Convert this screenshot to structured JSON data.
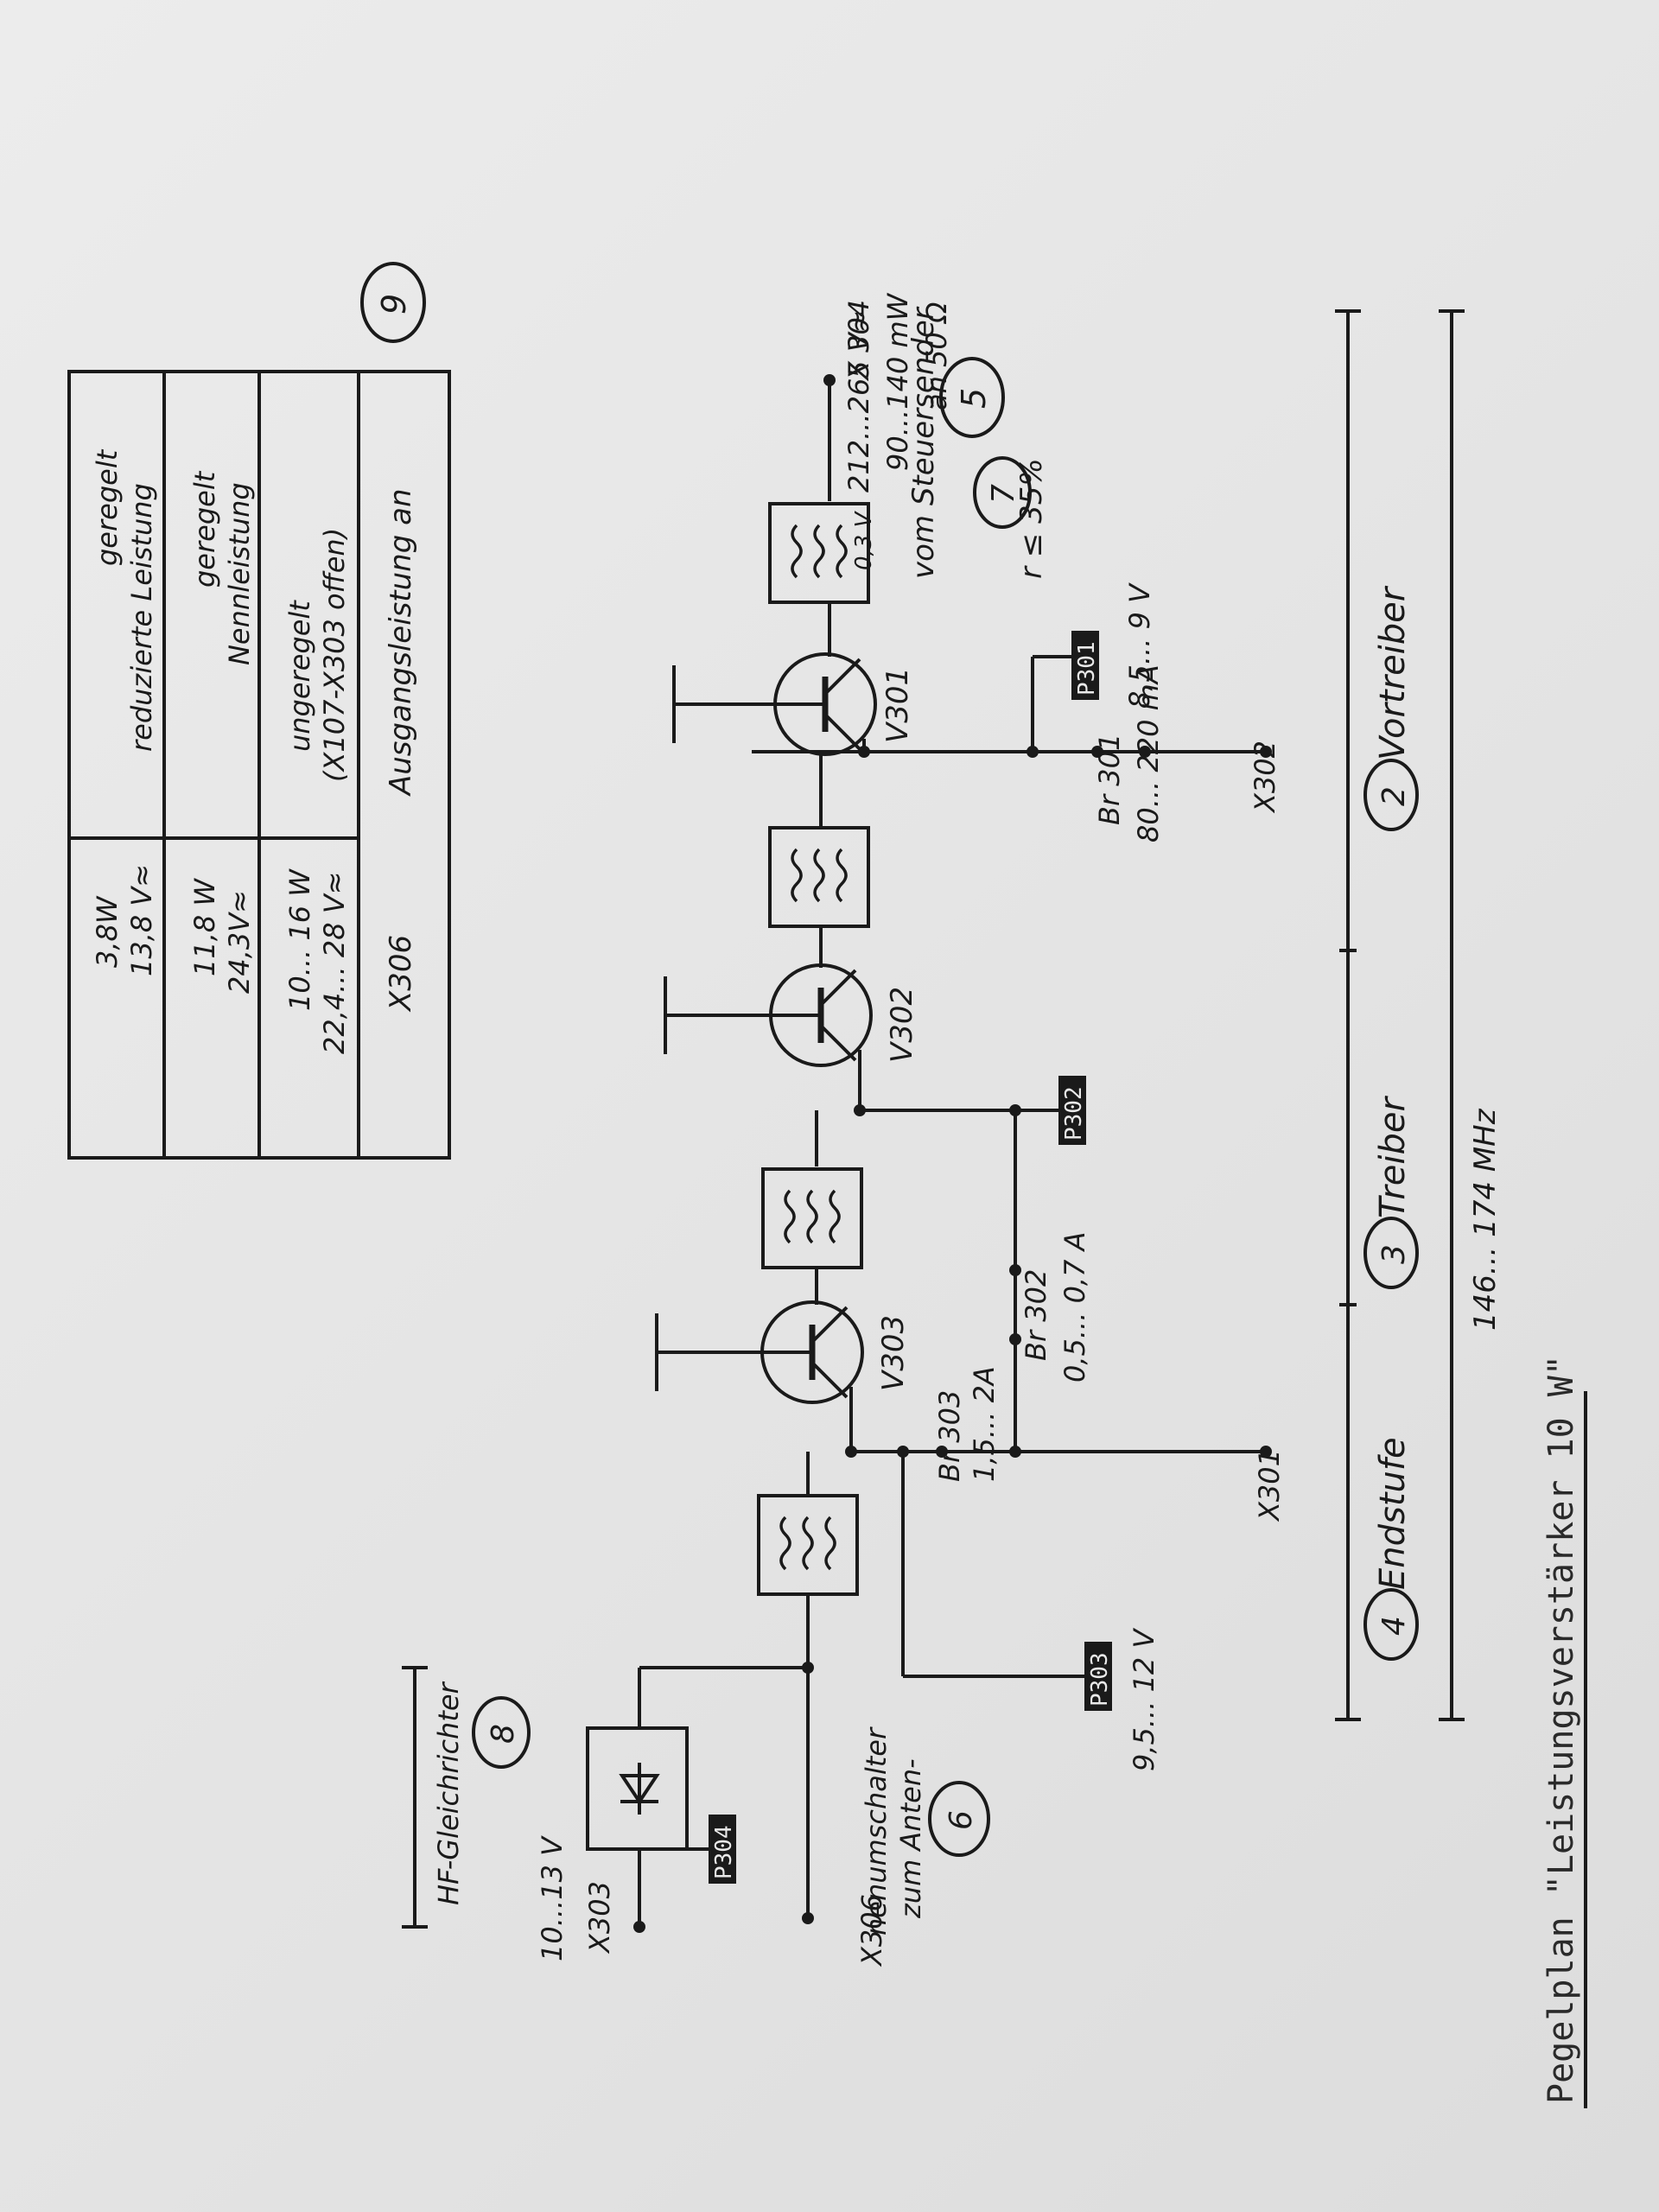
{
  "title": "Pegelplan \"Leistungsverstärker 10 W\"",
  "frequency": "146... 174 MHz",
  "sections": [
    {
      "label": "Vortreiber",
      "num": "2"
    },
    {
      "label": "Treiber",
      "num": "3"
    },
    {
      "label": "Endstufe",
      "num": "4"
    }
  ],
  "input": {
    "num": "5",
    "label": "vom Steuersender",
    "connector": "X 304",
    "level_line1": "212...265 V≈",
    "level_line2": "90...140 mW",
    "level_line3": "an 50 Ω",
    "num2": "7",
    "reflection": "r ≤ 35%"
  },
  "stage1": {
    "transistor": "V301",
    "base_voltage": "0,3 V",
    "supply_voltage": "8,5... 9 V",
    "testpoint": "P301",
    "current": "80... 220 mA",
    "bridge": "Br 301",
    "connector": "X302"
  },
  "stage2": {
    "transistor": "V302",
    "testpoint": "P302"
  },
  "stage3": {
    "transistor": "V303",
    "current_driver": "0,5... 0,7 A",
    "bridge_driver": "Br 302",
    "current_final": "1,5... 2A",
    "bridge_final": "Br 303",
    "connector": "X301",
    "supply_voltage": "9,5... 12 V",
    "testpoint": "P303"
  },
  "output": {
    "num": "6",
    "label_line1": "zum Anten-",
    "label_line2": "nenumschalter",
    "connector": "X306"
  },
  "rectifier": {
    "num": "8",
    "label": "HF-Gleichrichter",
    "testpoint": "P304",
    "connector": "X303",
    "voltage": "10...13 V"
  },
  "table": {
    "num": "9",
    "header_left": "Ausgangsleistung an",
    "header_right": "X306",
    "rows": [
      {
        "left": [
          "ungeregelt",
          "(X107-X303 offen)"
        ],
        "right": [
          "10... 16 W",
          "22,4... 28 V≈"
        ]
      },
      {
        "left": [
          "geregelt",
          "Nennleistung"
        ],
        "right": [
          "11,8 W",
          "24,3V≈"
        ]
      },
      {
        "left": [
          "geregelt",
          "reduzierte Leistung"
        ],
        "right": [
          "3,8W",
          "13,8 V≈"
        ]
      }
    ]
  }
}
